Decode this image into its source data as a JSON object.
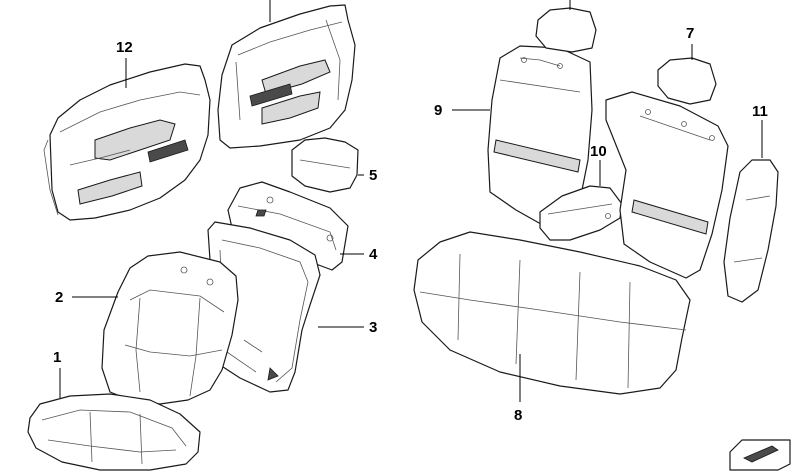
{
  "callouts": [
    {
      "id": "1",
      "label": "1"
    },
    {
      "id": "2",
      "label": "2"
    },
    {
      "id": "3",
      "label": "3"
    },
    {
      "id": "4",
      "label": "4"
    },
    {
      "id": "5",
      "label": "5"
    },
    {
      "id": "7",
      "label": "7"
    },
    {
      "id": "8",
      "label": "8"
    },
    {
      "id": "9",
      "label": "9"
    },
    {
      "id": "10",
      "label": "10"
    },
    {
      "id": "11",
      "label": "11"
    },
    {
      "id": "12",
      "label": "12"
    }
  ],
  "colors": {
    "outline": "#1a1a1a",
    "background": "#ffffff",
    "shade": "#d9d9d9",
    "dark_fill": "#4a4a4a"
  },
  "icons": {
    "logo_corner": "reference-arrow-logo-icon"
  }
}
